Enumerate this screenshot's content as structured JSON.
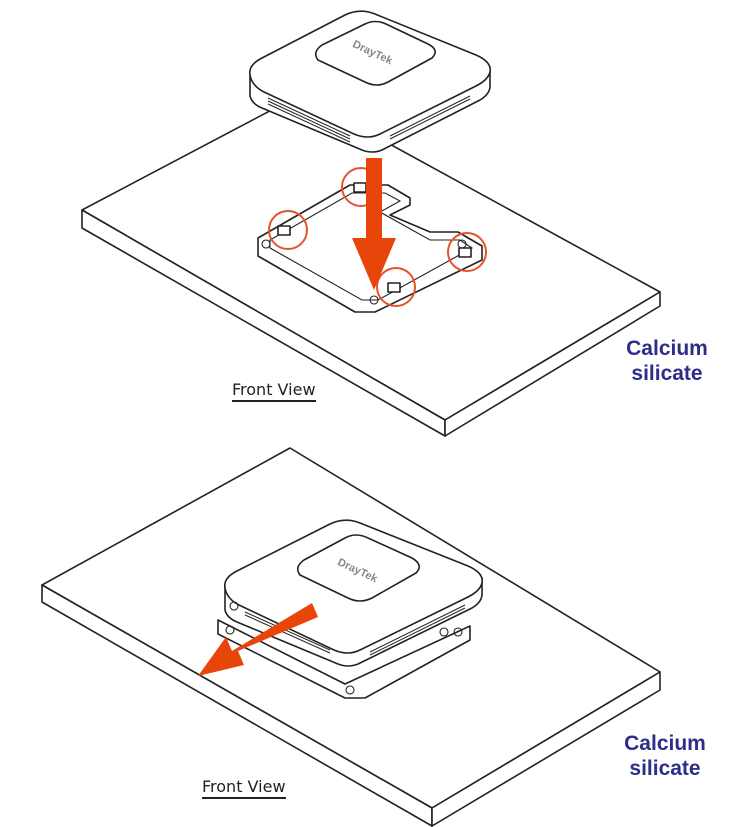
{
  "panels": [
    {
      "material_label_line1": "Calcium",
      "material_label_line2": "silicate",
      "view_label": "Front View",
      "brand_logo": "DrayTek",
      "arrow_direction": "down",
      "arrow_color": "#e8450a"
    },
    {
      "material_label_line1": "Calcium",
      "material_label_line2": "silicate",
      "view_label": "Front View",
      "brand_logo": "DrayTek",
      "arrow_direction": "down-left",
      "arrow_color": "#e8450a"
    }
  ],
  "highlight_color": "#e8512a",
  "label_color": "#2d2d8a"
}
